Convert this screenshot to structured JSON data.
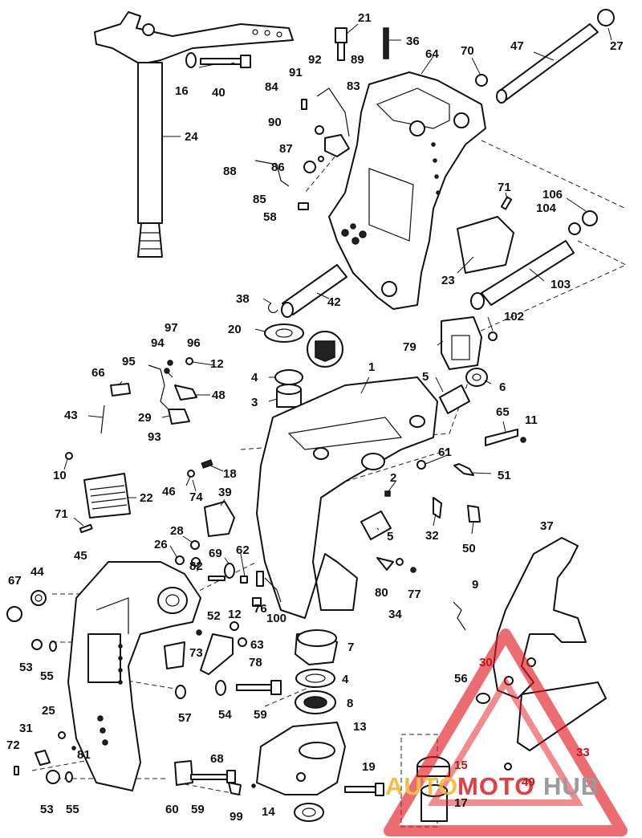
{
  "diagram": {
    "callouts": {
      "p1": "1",
      "p2": "2",
      "p3": "3",
      "p4a": "4",
      "p4b": "4",
      "p5a": "5",
      "p5b": "5",
      "p6": "6",
      "p7": "7",
      "p8": "8",
      "p9": "9",
      "p10": "10",
      "p11": "11",
      "p12a": "12",
      "p12b": "12",
      "p13": "13",
      "p14": "14",
      "p15": "15",
      "p16": "16",
      "p17": "17",
      "p18": "18",
      "p19": "19",
      "p20": "20",
      "p21": "21",
      "p22": "22",
      "p23": "23",
      "p24": "24",
      "p25": "25",
      "p26": "26",
      "p27": "27",
      "p28": "28",
      "p29": "29",
      "p30": "30",
      "p31": "31",
      "p32": "32",
      "p33": "33",
      "p34": "34",
      "p36": "36",
      "p37": "37",
      "p38": "38",
      "p39": "39",
      "p40": "40",
      "p42": "42",
      "p43": "43",
      "p44": "44",
      "p45": "45",
      "p46": "46",
      "p47": "47",
      "p48": "48",
      "p49": "49",
      "p50": "50",
      "p51": "51",
      "p52": "52",
      "p53a": "53",
      "p53b": "53",
      "p54": "54",
      "p55a": "55",
      "p55b": "55",
      "p56": "56",
      "p57": "57",
      "p58": "58",
      "p59a": "59",
      "p59b": "59",
      "p60": "60",
      "p61": "61",
      "p62": "62",
      "p63": "63",
      "p64": "64",
      "p65": "65",
      "p66": "66",
      "p67": "67",
      "p68": "68",
      "p69": "69",
      "p70": "70",
      "p71a": "71",
      "p71b": "71",
      "p72": "72",
      "p73": "73",
      "p74": "74",
      "p76": "76",
      "p77": "77",
      "p78": "78",
      "p79": "79",
      "p80": "80",
      "p81": "81",
      "p82": "82",
      "p83": "83",
      "p84": "84",
      "p85": "85",
      "p86": "86",
      "p87": "87",
      "p88": "88",
      "p89": "89",
      "p90": "90",
      "p91": "91",
      "p92": "92",
      "p93": "93",
      "p94": "94",
      "p95": "95",
      "p96": "96",
      "p97": "97",
      "p99": "99",
      "p100": "100",
      "p102": "102",
      "p103": "103",
      "p104": "104",
      "p106": "106"
    },
    "colors": {
      "ink": "#111111",
      "watermark_red": "#e11b22",
      "watermark_gold": "#f0b429",
      "watermark_gray": "#8a8a8a"
    }
  },
  "watermark": {
    "logo": "AUTOMOTOHUB"
  }
}
